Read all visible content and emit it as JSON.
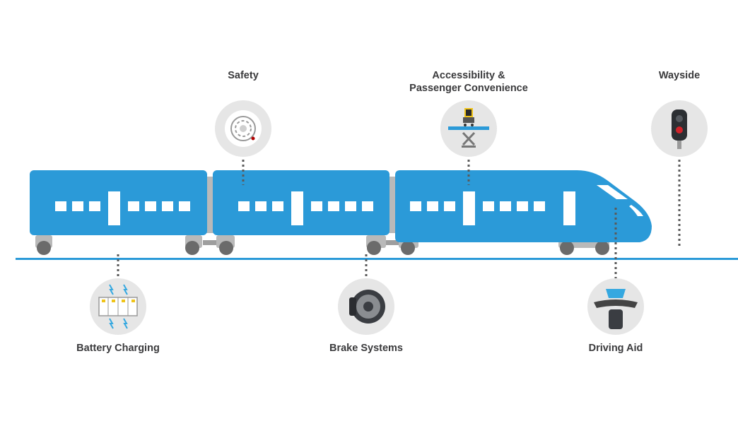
{
  "diagram": {
    "colors": {
      "train": "#2b9ad8",
      "track": "#2b9ad8",
      "window": "#ffffff",
      "bogie": "#b9b9b9",
      "wheel": "#6b6b6b",
      "coupler": "#9e9e9e",
      "icon_circle": "#e6e6e6",
      "connector": "#5a5a5a",
      "label_text": "#3a3a3c"
    },
    "features": [
      {
        "id": "safety",
        "label": "Safety",
        "position": "above",
        "icon": "smoke-detector-icon"
      },
      {
        "id": "accessibility",
        "label_lines": [
          "Accessibility &",
          "Passenger Convenience"
        ],
        "position": "above",
        "icon": "wheelchair-lift-icon"
      },
      {
        "id": "wayside",
        "label": "Wayside",
        "position": "above",
        "icon": "signal-light-icon"
      },
      {
        "id": "battery",
        "label": "Battery Charging",
        "position": "below",
        "icon": "battery-charging-icon"
      },
      {
        "id": "brake",
        "label": "Brake Systems",
        "position": "below",
        "icon": "brake-disc-icon"
      },
      {
        "id": "driving",
        "label": "Driving Aid",
        "position": "below",
        "icon": "driver-console-icon"
      }
    ]
  }
}
